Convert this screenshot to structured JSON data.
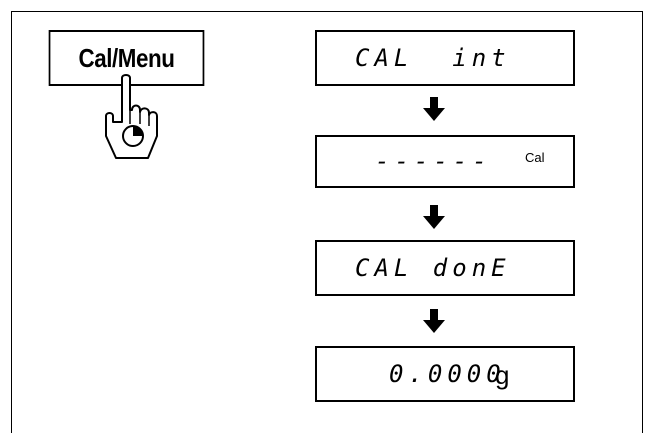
{
  "key": {
    "label": "Cal/Menu"
  },
  "displays": [
    {
      "text": "CAL  int",
      "unit": ""
    },
    {
      "text": "------",
      "unit": "Cal"
    },
    {
      "text": "CAL donE",
      "unit": ""
    },
    {
      "text": "0.0000",
      "unit": "g"
    }
  ],
  "icons": [
    "hand-pointer-icon",
    "down-arrow-icon"
  ]
}
